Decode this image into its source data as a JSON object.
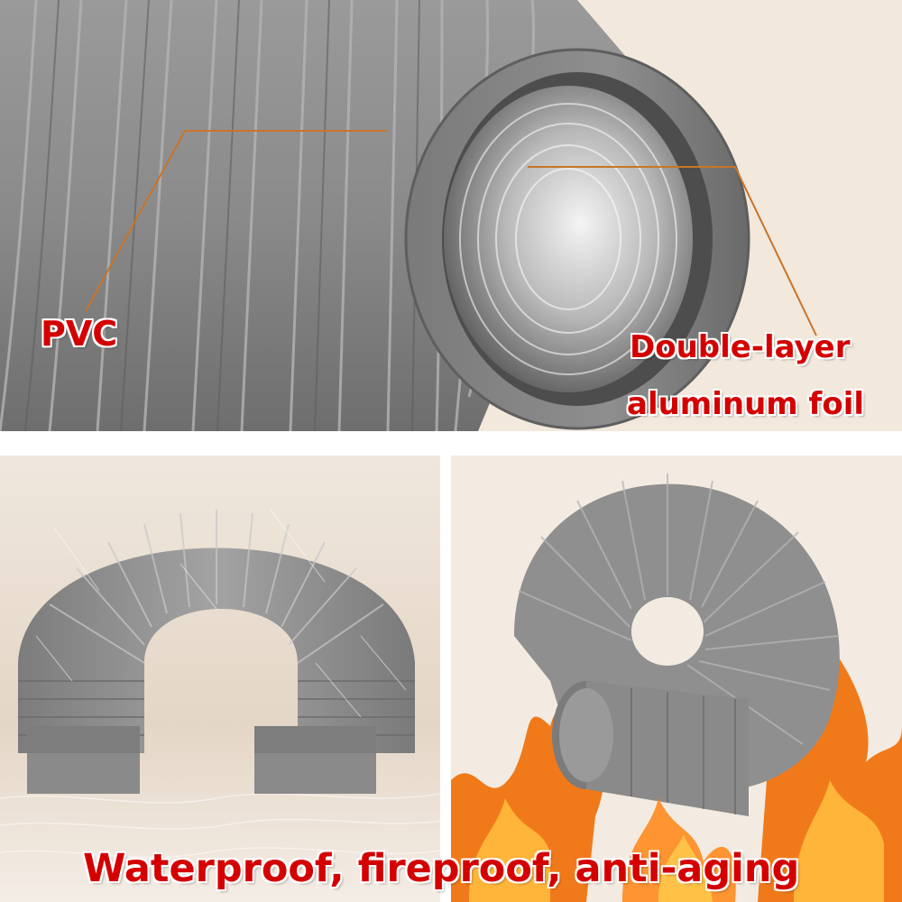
{
  "labels": {
    "pvc": "PVC",
    "foil_line1": "Double-layer",
    "foil_line2": "aluminum foil",
    "bottom": "Waterproof, fireproof, anti-aging"
  },
  "colors": {
    "label_red": "#d40000",
    "callout_line": "#c8742a",
    "duct_gray": "#8d8d8d",
    "flame_orange": "#f07a1a"
  }
}
